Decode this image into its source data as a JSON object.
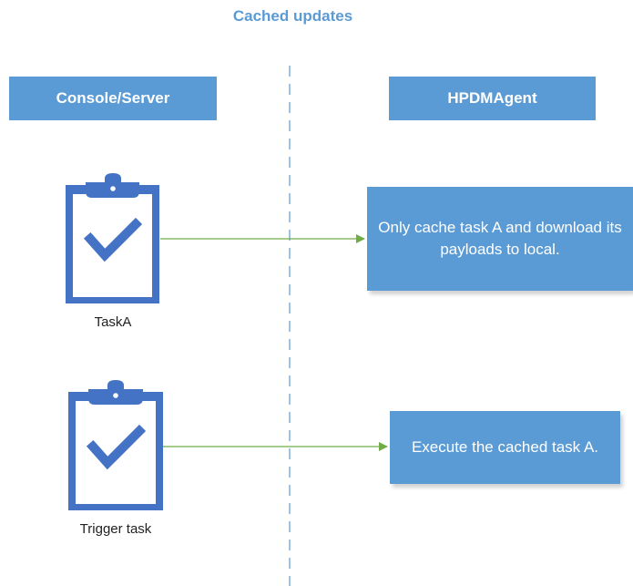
{
  "title": "Cached updates",
  "lanes": {
    "left_label": "Console/Server",
    "right_label": "HPDMAgent"
  },
  "tasks": [
    {
      "icon": "clipboard-check-icon",
      "label": "TaskA",
      "message": "Only cache task A and download its payloads to local."
    },
    {
      "icon": "clipboard-check-icon",
      "label": "Trigger task",
      "message": "Execute the cached task A."
    }
  ],
  "colors": {
    "accent": "#5b9bd5",
    "icon_fill": "#4472c4",
    "arrow": "#70ad47",
    "divider": "#5b9bd5"
  }
}
